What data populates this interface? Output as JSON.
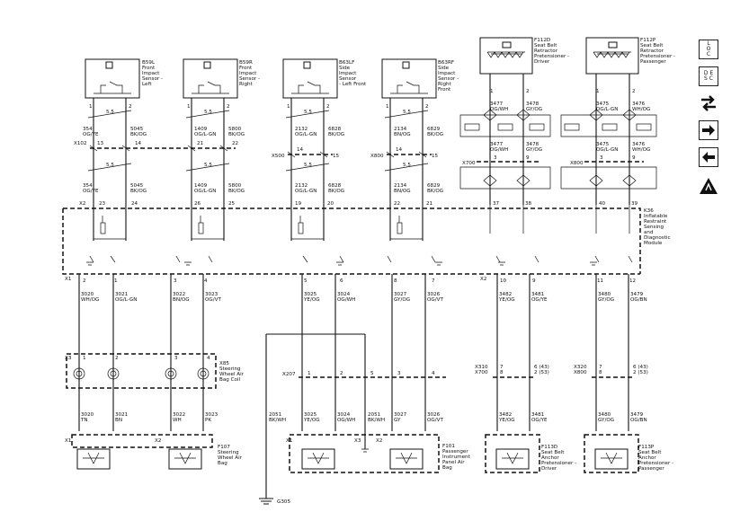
{
  "sensors": [
    {
      "name": "B59L",
      "desc": [
        "Front",
        "Impact",
        "Sensor -",
        "Left"
      ]
    },
    {
      "name": "B59R",
      "desc": [
        "Front",
        "Impact",
        "Sensor -",
        "Right"
      ]
    },
    {
      "name": "B63LF",
      "desc": [
        "Side",
        "Impact",
        "Sensor",
        "- Left Front"
      ]
    },
    {
      "name": "B63RF",
      "desc": [
        "Side",
        "Impact",
        "Sensor -",
        "Right",
        "Front"
      ]
    }
  ],
  "sensor_pins": [
    "1",
    "2"
  ],
  "twist_label": "5.5",
  "sensor_wires_top": [
    {
      "a": [
        "354",
        "OG/YE"
      ],
      "b": [
        "5045",
        "BK/OG"
      ]
    },
    {
      "a": [
        "1409",
        "OG/L-GN"
      ],
      "b": [
        "5800",
        "BK/OG"
      ]
    },
    {
      "a": [
        "2132",
        "OG/L-GN"
      ],
      "b": [
        "6828",
        "BK/OG"
      ]
    },
    {
      "a": [
        "2134",
        "BN/OG"
      ],
      "b": [
        "6829",
        "BK/OG"
      ]
    }
  ],
  "inline_connectors": [
    {
      "label": "X102",
      "pins": [
        "13",
        "14",
        "21",
        "22"
      ]
    },
    {
      "label": "X500",
      "pins": [
        "14",
        "15"
      ]
    },
    {
      "label": "X800",
      "pins": [
        "14",
        "15"
      ]
    }
  ],
  "sensor_wires_bottom": [
    {
      "a": [
        "354",
        "OG/YE"
      ],
      "b": [
        "5045",
        "BK/OG"
      ]
    },
    {
      "a": [
        "1409",
        "OG/L-GN"
      ],
      "b": [
        "5800",
        "BK/OG"
      ]
    },
    {
      "a": [
        "2132",
        "OG/L-GN"
      ],
      "b": [
        "6828",
        "BK/OG"
      ]
    },
    {
      "a": [
        "2134",
        "BN/OG"
      ],
      "b": [
        "6829",
        "BK/OG"
      ]
    }
  ],
  "module_x2_label": "X2",
  "module_x2_pins": [
    "23",
    "24",
    "26",
    "25",
    "19",
    "20",
    "22",
    "21",
    "37",
    "38",
    "40",
    "39"
  ],
  "module": {
    "id": "K36",
    "desc": [
      "Inflatable",
      "Restraint",
      "Sensing",
      "and",
      "Diagnostic",
      "Module"
    ]
  },
  "pretensioners": [
    {
      "id": "F112D",
      "desc": [
        "Seat Belt",
        "Retractor",
        "Pretensioner -",
        "Driver"
      ],
      "pins": [
        "1",
        "2"
      ],
      "wires": [
        {
          "a": [
            "3477",
            "OG/WH"
          ],
          "b": [
            "3478",
            "GY/OG"
          ]
        }
      ],
      "conn": "X700",
      "conn_pins": [
        "3",
        "9"
      ],
      "wires2": [
        {
          "a": [
            "3477",
            "OG/WH"
          ],
          "b": [
            "3478",
            "GY/OG"
          ]
        }
      ]
    },
    {
      "id": "F112P",
      "desc": [
        "Seat Belt",
        "Retractor",
        "Pretensioner -",
        "Passenger"
      ],
      "pins": [
        "1",
        "2"
      ],
      "wires": [
        {
          "a": [
            "3475",
            "OG/L-GN"
          ],
          "b": [
            "3476",
            "WH/OG"
          ]
        }
      ],
      "conn": "X800",
      "conn_pins": [
        "3",
        "9"
      ],
      "wires2": [
        {
          "a": [
            "3475",
            "OG/L-GN"
          ],
          "b": [
            "3476",
            "WH/OG"
          ]
        }
      ]
    }
  ],
  "module_x1_label": "X1",
  "module_x1_pins": [
    "2",
    "1",
    "3",
    "4",
    "5",
    "6",
    "8",
    "7"
  ],
  "module_x2b_label": "X2",
  "module_x2b_pins": [
    "10",
    "9",
    "11",
    "12"
  ],
  "module_out_wires": [
    {
      "num": "3020",
      "color": "WH/OG"
    },
    {
      "num": "3021",
      "color": "OG/L-GN"
    },
    {
      "num": "3022",
      "color": "BN/OG"
    },
    {
      "num": "3023",
      "color": "OG/VT"
    },
    {
      "num": "3025",
      "color": "YE/OG"
    },
    {
      "num": "3024",
      "color": "OG/WH"
    },
    {
      "num": "3027",
      "color": "GY/OG"
    },
    {
      "num": "3026",
      "color": "OG/VT"
    },
    {
      "num": "3482",
      "color": "YE/OG"
    },
    {
      "num": "3481",
      "color": "OG/YE"
    },
    {
      "num": "3480",
      "color": "GY/OG"
    },
    {
      "num": "3479",
      "color": "OG/BN"
    }
  ],
  "coil": {
    "id": "X85",
    "conn": "X3",
    "desc": [
      "Steering",
      "Wheel Air",
      "Bag Coil"
    ],
    "pins": [
      "1",
      "2",
      "3",
      "4"
    ]
  },
  "inline_x207": {
    "label": "X207",
    "pins": [
      "1",
      "2",
      "5",
      "3",
      "4"
    ]
  },
  "inline_x310": {
    "labels": [
      "X310",
      "X700"
    ],
    "pins": [
      "7",
      "8"
    ],
    "pins_right": [
      "6 (43)",
      "2 (53)"
    ]
  },
  "inline_x320": {
    "labels": [
      "X320",
      "X800"
    ],
    "pins": [
      "7",
      "8"
    ],
    "pins_right": [
      "6 (43)",
      "2 (53)"
    ]
  },
  "lower_wires": [
    {
      "num": "3020",
      "color": "TN"
    },
    {
      "num": "3021",
      "color": "BN"
    },
    {
      "num": "3022",
      "color": "WH"
    },
    {
      "num": "3023",
      "color": "PK"
    },
    {
      "num": "2051",
      "color": "BK/WH"
    },
    {
      "num": "3025",
      "color": "YE/OG"
    },
    {
      "num": "3024",
      "color": "OG/WH"
    },
    {
      "num": "2051",
      "color": "BK/WH"
    },
    {
      "num": "3027",
      "color": "GY"
    },
    {
      "num": "3026",
      "color": "OG/VT"
    },
    {
      "num": "3482",
      "color": "YE/OG"
    },
    {
      "num": "3481",
      "color": "OG/YE"
    },
    {
      "num": "3480",
      "color": "GY/OG"
    },
    {
      "num": "3479",
      "color": "OG/BN"
    }
  ],
  "airbags": [
    {
      "id": "F107",
      "desc": [
        "Steering",
        "Wheel Air",
        "Bag"
      ],
      "conns": [
        "X1",
        "X2"
      ]
    },
    {
      "id": "F101",
      "desc": [
        "Passenger",
        "Instrument",
        "Panel Air",
        "Bag"
      ],
      "conns": [
        "X1",
        "X3",
        "X2"
      ]
    },
    {
      "id": "F113D",
      "desc": [
        "Seat Belt",
        "Anchor",
        "Pretensioner -",
        "Driver"
      ]
    },
    {
      "id": "F113P",
      "desc": [
        "Seat Belt",
        "Anchor",
        "Pretensioner -",
        "Passenger"
      ]
    }
  ],
  "ground": "G305",
  "side_buttons": [
    {
      "icon": "loc-icon",
      "text": [
        "L",
        "O",
        "C"
      ]
    },
    {
      "icon": "desc-icon",
      "text": [
        "D",
        "E",
        "S",
        "C"
      ]
    },
    {
      "icon": "swap-arrows-icon"
    },
    {
      "icon": "arrow-right-icon"
    },
    {
      "icon": "arrow-left-icon"
    },
    {
      "icon": "esd-warning-icon"
    }
  ]
}
